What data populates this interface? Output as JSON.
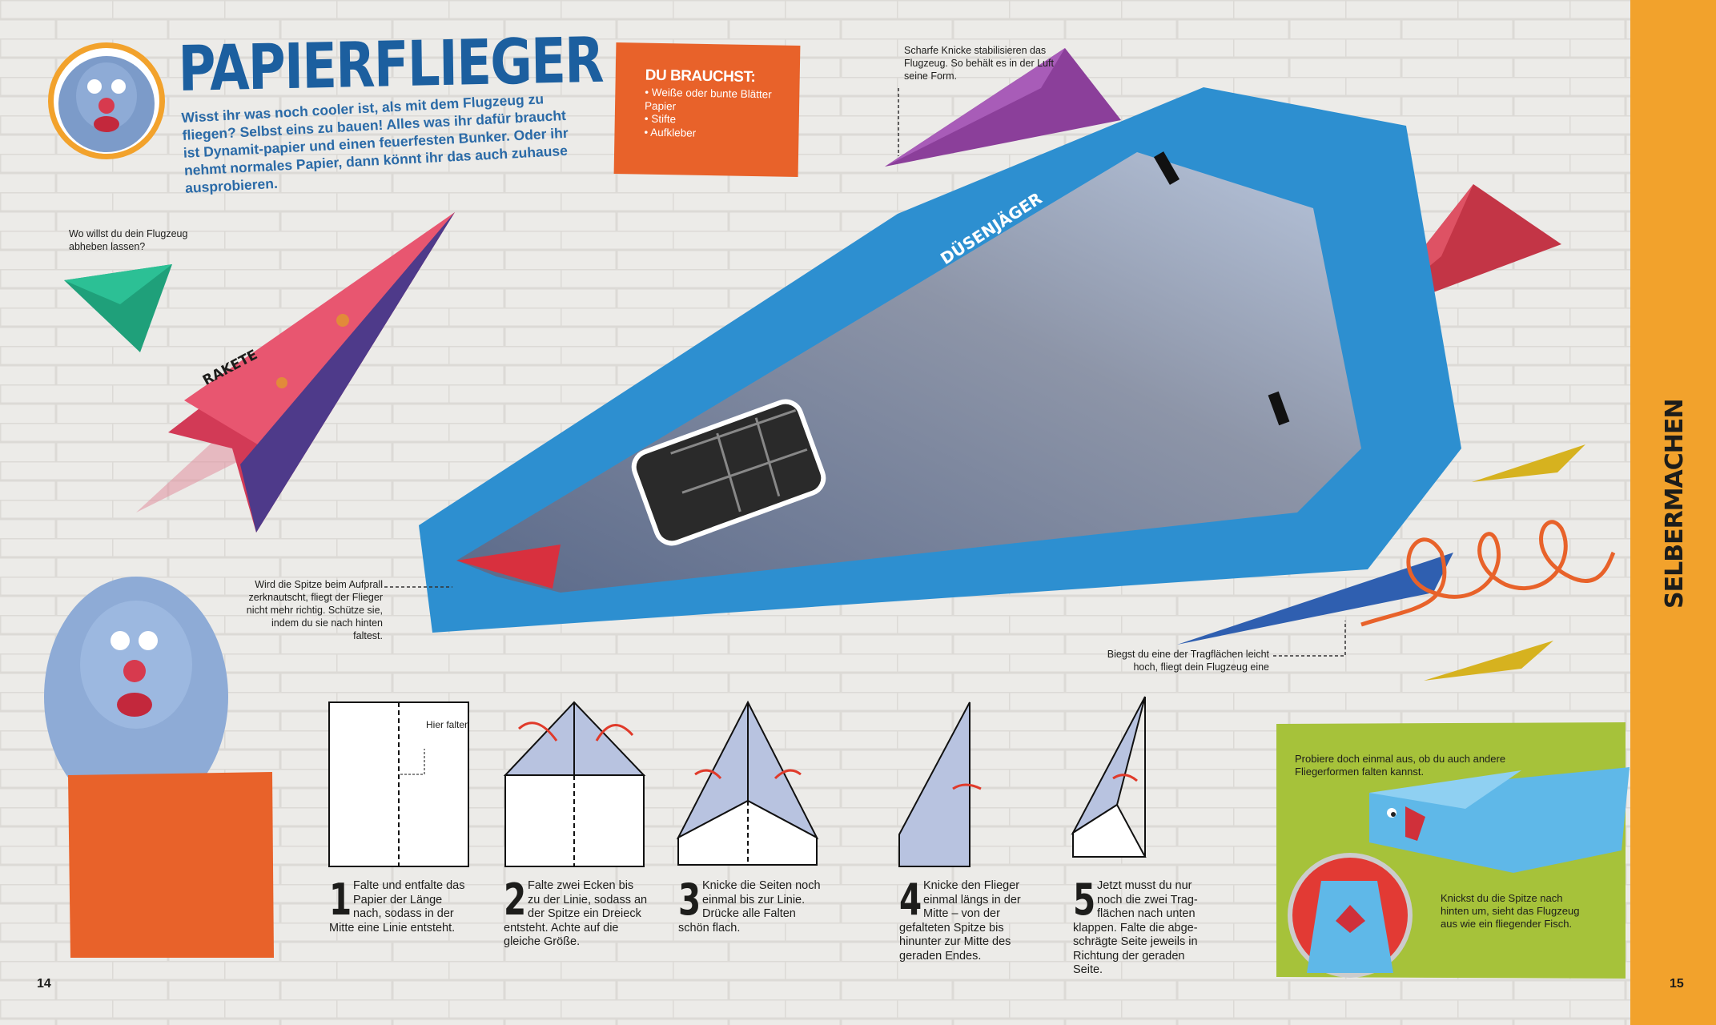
{
  "header": {
    "title": "PAPIERFLIEGER",
    "intro": "Wisst ihr was noch cooler ist, als mit dem Flugzeug zu fliegen? Selbst eins zu bauen! Alles was ihr dafür braucht ist Dynamit-papier und einen feuerfesten Bunker. Oder ihr nehmt normales Papier, dann könnt ihr das auch zuhause ausprobieren."
  },
  "needs": {
    "heading": "DU BRAUCHST:",
    "items": [
      "Weiße oder bunte Blätter Papier",
      "Stifte",
      "Aufkleber"
    ]
  },
  "callouts": {
    "takeoff": "Wo willst du dein Flugzeug abheben lassen?",
    "creases": "Scharfe Knicke stabilisieren das Flugzeug. So behält es in der Luft seine Form.",
    "tip": "Wird die Spitze beim Aufprall zerknautscht, fliegt der Flieger nicht mehr richtig. Schütze sie, indem du sie nach hinten faltest.",
    "wings": "Biegst du eine der Tragflächen leicht hoch, fliegt dein Flugzeug eine"
  },
  "planes": {
    "jet": "DÜSENJÄGER",
    "rocket": "RAKETE"
  },
  "diagram": {
    "fold_here": "Hier falten"
  },
  "steps": [
    {
      "num": "1",
      "text": "Falte und entfalte das Papier der Länge nach, sodass in der Mitte eine Linie entsteht."
    },
    {
      "num": "2",
      "text": "Falte zwei Ecken bis zu der Linie, sodass an der Spitze ein Dreieck entsteht. Achte auf die gleiche Größe."
    },
    {
      "num": "3",
      "text": "Knicke die Seiten noch einmal bis zur Linie. Drücke alle Falten schön flach."
    },
    {
      "num": "4",
      "text": "Knicke den Flieger einmal längs in der Mitte – von der gefalteten Spitze bis hinunter zur Mitte des geraden Endes."
    },
    {
      "num": "5",
      "text": "Jetzt musst du nur noch die zwei Trag-flächen nach unten klappen. Falte die abge-schrägte Seite jeweils in Richtung der geraden Seite."
    }
  ],
  "extra": {
    "try": "Probiere doch einmal aus, ob du auch andere Fliegerformen falten kannst.",
    "fish": "Knickst du die Spitze nach hinten um, sieht das Flugzeug aus wie ein fliegender Fisch."
  },
  "side_label": "SELBERMACHEN",
  "page_left": "14",
  "page_right": "15",
  "colors": {
    "blue": "#1c5f9f",
    "orange": "#e8622a",
    "green": "#a6c23a",
    "side": "#f2a22c",
    "jet_bg": "#2d8fd0"
  }
}
